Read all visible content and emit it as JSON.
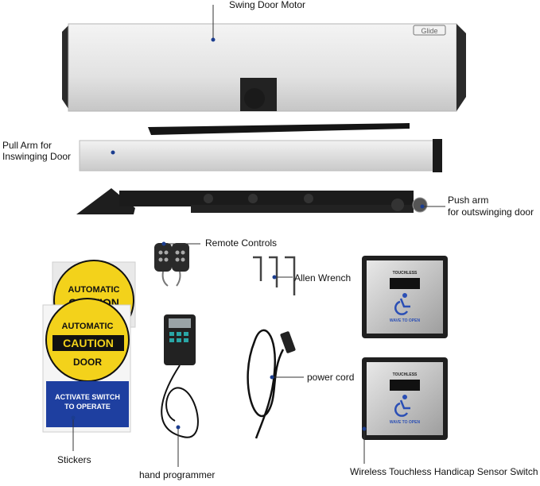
{
  "labels": {
    "motor": "Swing Door Motor",
    "pull_arm": "Pull Arm for\nInswinging Door",
    "pull_arm_line1": "Pull Arm for",
    "pull_arm_line2": "Inswinging Door",
    "push_arm_line1": "Push arm",
    "push_arm_line2": "for outswinging door",
    "remotes": "Remote Controls",
    "wrench": "Allen  Wrench",
    "power": "power cord",
    "stickers": "Stickers",
    "programmer": "hand programmer",
    "sensor": "Wireless Touchless Handicap Sensor Switch"
  },
  "motor_logo": "Glide",
  "sticker": {
    "top1": "AUTOMATIC",
    "top2": "CAUTION",
    "main1": "AUTOMATIC",
    "main2": "CAUTION",
    "main3": "DOOR",
    "bottom1": "ACTIVATE SWITCH",
    "bottom2": "TO OPERATE"
  },
  "sensor": {
    "top": "TOUCHLESS",
    "bottom": "WAVE TO OPEN"
  },
  "colors": {
    "label_dot": "#1b3d8f",
    "sticker_yellow": "#f3d21b",
    "sticker_blue": "#1e3fa0",
    "sensor_icon": "#2b4fb5"
  }
}
